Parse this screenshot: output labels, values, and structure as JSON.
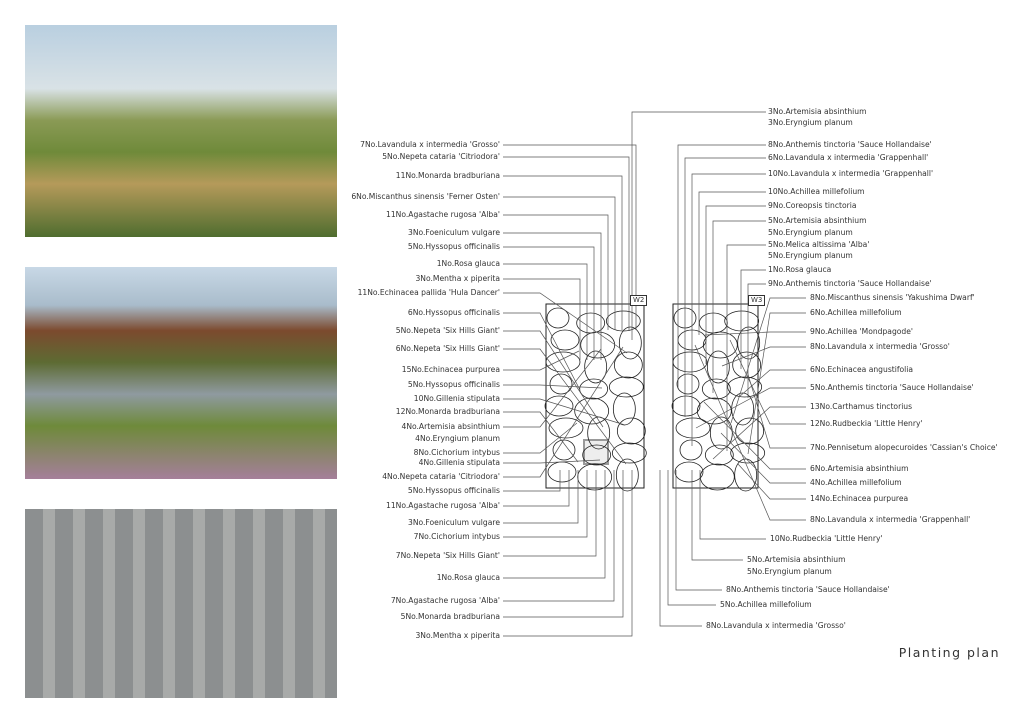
{
  "photos": [
    {
      "name": "garden-path-photo"
    },
    {
      "name": "garden-house-photo"
    },
    {
      "name": "aerial-site-photo"
    }
  ],
  "plans": {
    "w2": "W2",
    "w3": "W3"
  },
  "left_labels": [
    "7No.Lavandula x intermedia 'Grosso'",
    "5No.Nepeta cataria 'Citriodora'",
    "11No.Monarda bradburiana",
    "6No.Miscanthus sinensis 'Ferner Osten'",
    "11No.Agastache rugosa 'Alba'",
    "3No.Foeniculum vulgare",
    "5No.Hyssopus officinalis",
    "1No.Rosa glauca",
    "3No.Mentha x piperita",
    "11No.Echinacea pallida 'Hula Dancer'",
    "6No.Hyssopus officinalis",
    "5No.Nepeta 'Six Hills Giant'",
    "6No.Nepeta 'Six Hills Giant'",
    "15No.Echinacea purpurea",
    "5No.Hyssopus officinalis",
    "10No.Gillenia stipulata",
    "12No.Monarda bradburiana",
    "4No.Artemisia absinthium",
    "4No.Eryngium planum",
    "8No.Cichorium intybus",
    "4No.Gillenia stipulata",
    "4No.Nepeta cataria 'Citriodora'",
    "5No.Hyssopus officinalis",
    "11No.Agastache rugosa 'Alba'",
    "3No.Foeniculum vulgare",
    "7No.Cichorium intybus",
    "7No.Nepeta 'Six Hills Giant'",
    "1No.Rosa glauca",
    "7No.Agastache rugosa 'Alba'",
    "5No.Monarda bradburiana",
    "3No.Mentha x piperita"
  ],
  "right_labels": [
    "3No.Artemisia absinthium",
    "3No.Eryngium planum",
    "8No.Anthemis tinctoria 'Sauce Hollandaise'",
    "6No.Lavandula x intermedia 'Grappenhall'",
    "10No.Lavandula x intermedia 'Grappenhall'",
    "10No.Achillea millefolium",
    "9No.Coreopsis tinctoria",
    "5No.Artemisia absinthium",
    "5No.Eryngium planum",
    "5No.Melica altissima 'Alba'",
    "5No.Eryngium planum",
    "1No.Rosa glauca",
    "9No.Anthemis tinctoria 'Sauce Hollandaise'",
    "8No.Miscanthus sinensis 'Yakushima Dwarf'",
    "6No.Achillea millefolium",
    "9No.Achillea 'Mondpagode'",
    "8No.Lavandula x intermedia 'Grosso'",
    "6No.Echinacea angustifolia",
    "5No.Anthemis tinctoria 'Sauce Hollandaise'",
    "13No.Carthamus tinctorius",
    "12No.Rudbeckia 'Little Henry'",
    "7No.Pennisetum alopecuroides 'Cassian's Choice'",
    "6No.Artemisia absinthium",
    "4No.Achillea millefolium",
    "14No.Echinacea purpurea",
    "8No.Lavandula x intermedia 'Grappenhall'",
    "10No.Rudbeckia 'Little Henry'",
    "5No.Artemisia absinthium",
    "5No.Eryngium planum",
    "8No.Anthemis tinctoria 'Sauce Hollandaise'",
    "5No.Achillea millefolium",
    "8No.Lavandula x intermedia 'Grosso'"
  ],
  "title": "Planting plan"
}
